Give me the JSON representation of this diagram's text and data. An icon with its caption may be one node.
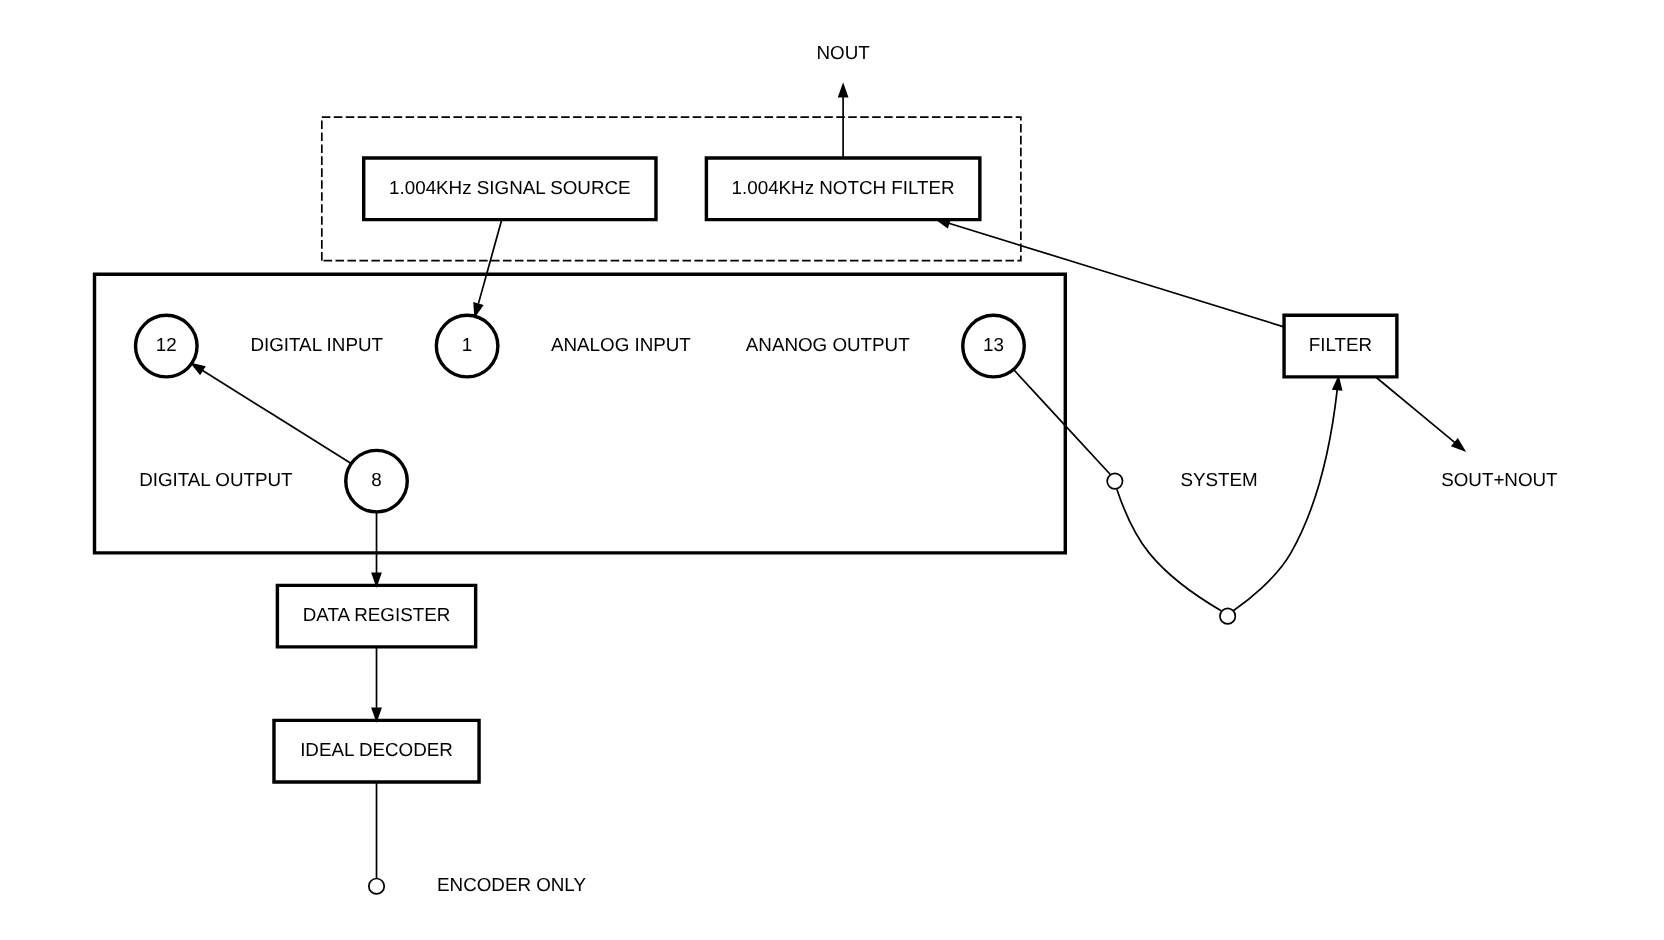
{
  "diagram": {
    "nodes": [
      {
        "text": [],
        "shape": "box"
      },
      {
        "text": [
          "12"
        ],
        "beside": [
          "DIGITAL INPUT"
        ],
        "in": 0
      },
      {
        "text": [
          "8"
        ],
        "beside": [
          "DIGITAL OUTPUT"
        ],
        "in": 0
      },
      {
        "text": [
          "1"
        ],
        "beside": [
          "ANALOG INPUT"
        ],
        "in": 0
      },
      {
        "text": [
          "13"
        ],
        "beside": [
          "ANANOG OUTPUT"
        ],
        "in": 0
      },
      {
        "text": [],
        "shape": "box"
      },
      {
        "text": [
          "1.004KHz SIGNAL SOURCE"
        ],
        "in": 5
      },
      {
        "text": [
          "1.004KHz NOTCH FILTER"
        ],
        "in": 5
      },
      {
        "text": [
          "DATA REGISTER"
        ]
      },
      {
        "text": [
          "IDEAL DECODER"
        ]
      },
      {
        "text": [
          "FILTER"
        ]
      },
      {
        "text": [],
        "shape": "circle",
        "beside": [
          "SYSTEM"
        ]
      },
      {
        "text": [],
        "shape": "circle",
        "beside": [
          "ENCODER ONLY"
        ]
      },
      {
        "text": [],
        "shape": "circle"
      },
      {
        "text": [
          "NOUT"
        ]
      },
      {
        "text": [
          "SOUT+NOUT"
        ]
      }
    ],
    "edges": [
      {
        "from": 6,
        "to": 3,
        "arrow": "to"
      },
      {
        "from": 2,
        "to": 8,
        "arrow": "to"
      },
      {
        "from": 8,
        "to": 9,
        "arrow": "to"
      },
      {
        "from": 2,
        "to": 1,
        "arrow": "to"
      },
      {
        "from": 4,
        "to": 11,
        "arrow": "none"
      },
      {
        "from": 9,
        "to": 12,
        "arrow": "none"
      },
      {
        "from": 13,
        "to": 11,
        "arrow": "none"
      },
      {
        "from": 13,
        "to": 10,
        "arrow": "to"
      },
      {
        "from": 10,
        "to": 7,
        "arrow": "to"
      },
      {
        "from": 10,
        "to": 15,
        "arrow": "to"
      },
      {
        "from": 7,
        "to": 14,
        "arrow": "to"
      }
    ]
  }
}
